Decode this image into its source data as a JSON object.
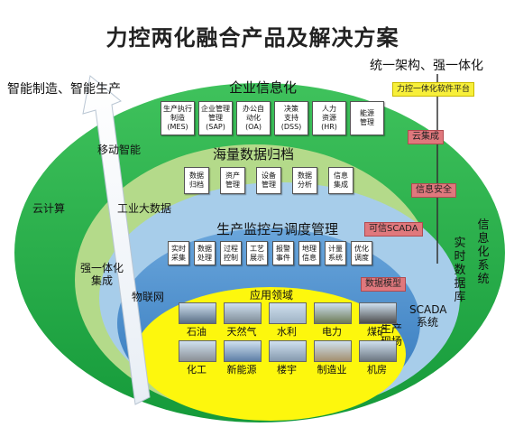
{
  "title": "力控两化融合产品及解决方案",
  "top_right": {
    "slogan": "统一架构、强一体化",
    "platform": "力控一体化软件平台"
  },
  "arrow_label": "智能制造、智能生产",
  "outer": {
    "header": "企业信息化",
    "mobile": "移动智能",
    "cloud": "云计算",
    "bigdata": "工业大数据",
    "info_system": "信息化系统"
  },
  "enterprise_boxes": [
    "生产执行\n制造\n(MES)",
    "企业管理\n管理\n(SAP)",
    "办公自\n动化\n(OA)",
    "决策\n支持\n(DSS)",
    "人力\n资源\n(HR)",
    "能源\n管理"
  ],
  "data_layer": {
    "header": "海量数据归档",
    "boxes": [
      "数据\n归档",
      "资产\n管理",
      "设备\n管理",
      "数据\n分析",
      "信息\n集成"
    ]
  },
  "monitor_layer": {
    "header": "生产监控与调度管理",
    "boxes": [
      "实时\n采集",
      "数据\n处理",
      "过程\n控制",
      "工艺\n展示",
      "报警\n事件",
      "地理\n信息",
      "计量\n系统",
      "优化\n调度"
    ]
  },
  "side_labels": {
    "integration": "强一体化集成",
    "iot": "物联网",
    "realtime_db": "实时数据库",
    "scada": "SCADA系统",
    "field": "生产现场"
  },
  "tags": [
    "云集成",
    "信息安全",
    "可信SCADA",
    "数据模型"
  ],
  "application": {
    "header": "应用领域",
    "row1": [
      "石油",
      "天然气",
      "水利",
      "电力",
      "煤矿"
    ],
    "row2": [
      "化工",
      "新能源",
      "楼宇",
      "制造业",
      "机房"
    ]
  },
  "colors": {
    "outer_green": "#21b24b",
    "light_green": "#b4da8a",
    "mid_blue": "#9ec7e9",
    "deep_blue": "#3e85c6",
    "yellow": "#fdf70d",
    "tag_red": "#e0787d"
  },
  "icons": [
    "up-arrow-icon"
  ]
}
